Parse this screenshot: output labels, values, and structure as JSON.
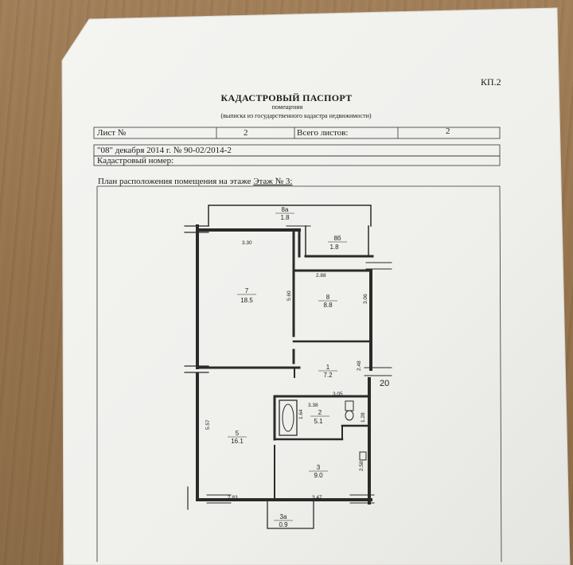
{
  "header": {
    "code": "КП.2",
    "title": "КАДАСТРОВЫЙ ПАСПОРТ",
    "subtitle": "помещения",
    "source": "(выписка из государственного кадастра недвижимости)"
  },
  "sheet_row": {
    "sheet_label": "Лист №",
    "sheet_value": "2",
    "total_label": "Всего листов:",
    "total_value": "2"
  },
  "date_row": {
    "text": "\"08\" декабря 2014 г. № 90-02/2014-2"
  },
  "cadastral": {
    "label": "Кадастровый номер:"
  },
  "plan": {
    "caption_prefix": "План расположения помещения на этаже",
    "caption_floor": "Этаж № 3:",
    "floor_marker": "20",
    "rooms": [
      {
        "id": "8а",
        "area": "1.8"
      },
      {
        "id": "8б",
        "area": "1.8"
      },
      {
        "id": "7",
        "area": "18.5"
      },
      {
        "id": "8",
        "area": "8.8"
      },
      {
        "id": "1",
        "area": "7.2"
      },
      {
        "id": "2",
        "area": "5.1"
      },
      {
        "id": "5",
        "area": "16.1"
      },
      {
        "id": "3",
        "area": "9.0"
      },
      {
        "id": "3а",
        "area": "0.9"
      }
    ],
    "dimensions": [
      "3.30",
      "2.88",
      "5.60",
      "3.06",
      "2.48",
      "3.05",
      "3.38",
      "1.64",
      "1.28",
      "5.57",
      "2.58",
      "2.83",
      "3.47"
    ]
  }
}
